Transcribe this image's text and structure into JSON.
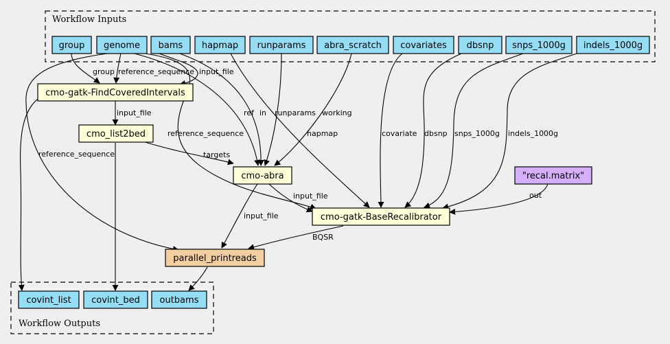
{
  "clusters": {
    "inputs": "Workflow Inputs",
    "outputs": "Workflow Outputs"
  },
  "colors": {
    "background": "#efefef",
    "io_node": "#94ddf4",
    "step_node": "#ffffd8",
    "scatter_node": "#f3cea1",
    "default_node": "#d5aefc"
  },
  "inputs": [
    "group",
    "genome",
    "bams",
    "hapmap",
    "runparams",
    "abra_scratch",
    "covariates",
    "dbsnp",
    "snps_1000g",
    "indels_1000g"
  ],
  "outputs": [
    "covint_list",
    "covint_bed",
    "outbams"
  ],
  "steps": {
    "find_covered": "cmo-gatk-FindCoveredIntervals",
    "list2bed": "cmo_list2bed",
    "abra": "cmo-abra",
    "base_recal": "cmo-gatk-BaseRecalibrator",
    "printreads": "parallel_printreads"
  },
  "defaults": {
    "recal_matrix": "\"recal.matrix\""
  },
  "edge_labels": {
    "group": "group",
    "ref_seq_fci": "reference_sequence",
    "input_file_fci": "input_file",
    "ref": "ref",
    "in": "in",
    "runparams": "runparams",
    "working": "working",
    "hapmap": "hapmap",
    "covariate": "covariate",
    "dbsnp": "dbsnp",
    "snps_1000g": "snps_1000g",
    "indels_1000g": "indels_1000g",
    "input_file_l2b": "input_file",
    "ref_seq_br": "reference_sequence",
    "ref_seq_pp": "reference_sequence",
    "targets": "targets",
    "input_file_br": "input_file",
    "input_file_pp": "input_file",
    "out": "out",
    "bqsr": "BQSR"
  }
}
